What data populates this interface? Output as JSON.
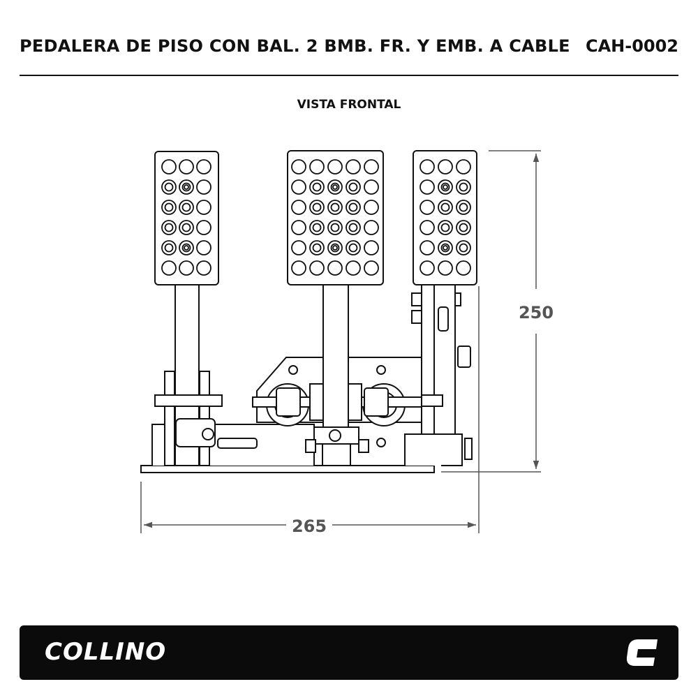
{
  "header": {
    "title": "PEDALERA DE PISO CON BAL. 2 BMB. FR. Y EMB. A CABLE",
    "code": "CAH-0002"
  },
  "view": {
    "label": "VISTA FRONTAL"
  },
  "dimensions": {
    "height": "250",
    "width": "265"
  },
  "footer": {
    "brand": "COLLINO",
    "logo_icon": "collino-c-logo-icon"
  },
  "colors": {
    "line": "#111111",
    "dimension": "#555555",
    "footer_bg": "#0b0b0b",
    "footer_text": "#ffffff"
  }
}
